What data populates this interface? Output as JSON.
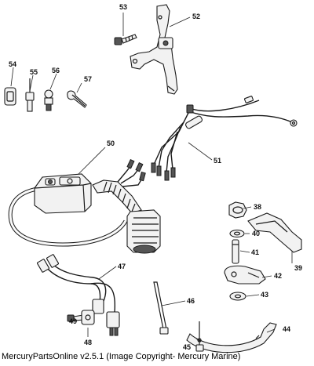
{
  "callouts": {
    "c53": "53",
    "c52": "52",
    "c54": "54",
    "c55": "55",
    "c56": "56",
    "c57": "57",
    "c50": "50",
    "c51": "51",
    "c38": "38",
    "c40": "40",
    "c41": "41",
    "c39": "39",
    "c42": "42",
    "c43": "43",
    "c47": "47",
    "c46": "46",
    "c49": "49",
    "c48": "48",
    "c44": "44",
    "c45": "45"
  },
  "footer": "MercuryPartsOnline v2.5.1 (Image Copyright- Mercury Marine)"
}
